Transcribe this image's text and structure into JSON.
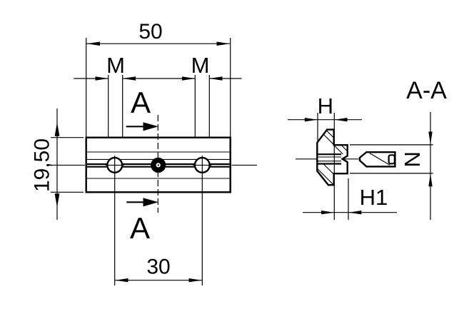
{
  "drawing_type": "technical-drawing-slot-nut",
  "front_view": {
    "length": "50",
    "thread_left": "M",
    "thread_right": "M",
    "width": "19,50",
    "hole_spacing": "30",
    "cut_letter_top": "A",
    "cut_letter_bottom": "A"
  },
  "section_view": {
    "label": "A-A",
    "height": "H",
    "base_height": "H1",
    "boss_width": "N"
  },
  "colors": {
    "ink": "#000000",
    "paper": "#ffffff"
  }
}
